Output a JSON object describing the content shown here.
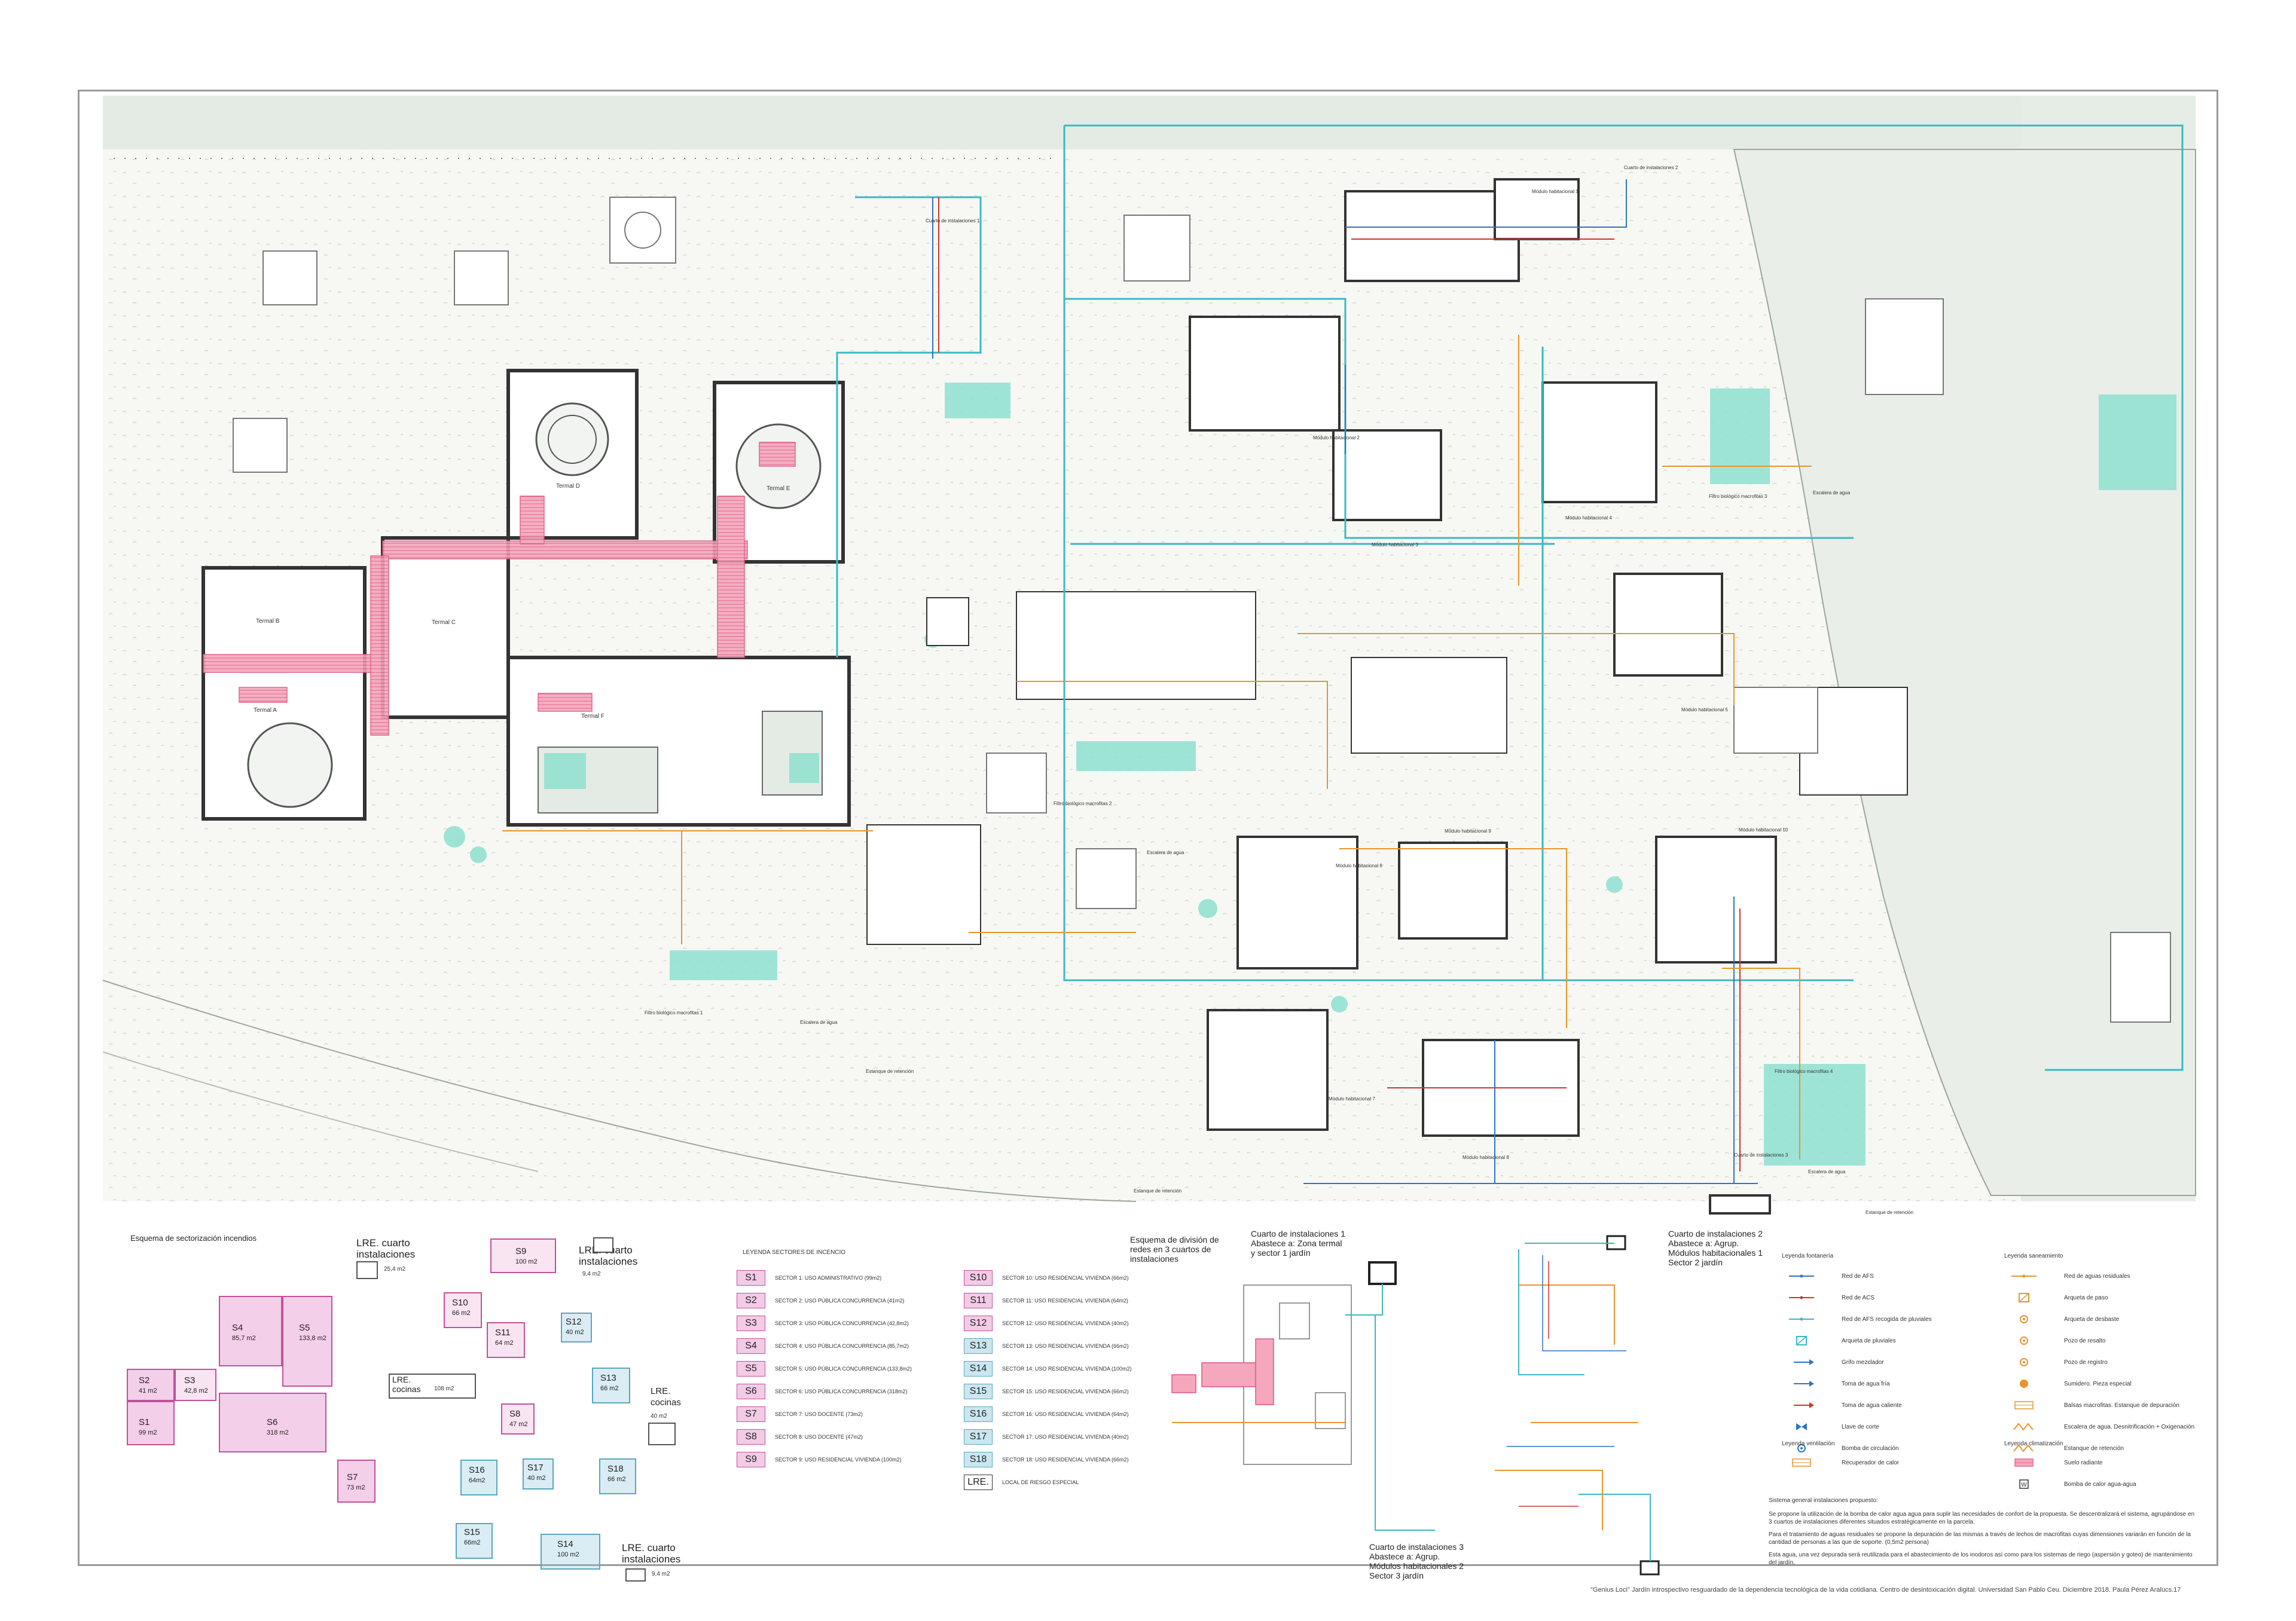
{
  "plan": {
    "labels": {
      "termal_a": "Termal A",
      "termal_b": "Termal B",
      "termal_c": "Termal C",
      "termal_d": "Termal D",
      "termal_e": "Termal E",
      "termal_f": "Termal F",
      "cuarto1": "Cuarto de instalaciones 1",
      "cuarto2": "Cuarto de instalaciones 2",
      "cuarto3": "Cuarto de instalaciones 3",
      "mod1": "Módulo habitacional 1",
      "mod2": "Módulo habitacional 2",
      "mod3": "Módulo habitacional 3",
      "mod4": "Módulo habitacional 4",
      "mod5": "Módulo habitacional 5",
      "mod6": "Módulo habitacional 6",
      "mod7": "Módulo habitacional 7",
      "mod8": "Módulo habitacional 8",
      "mod9": "Módulo habitacional 9",
      "mod10": "Módulo habitacional 10",
      "filtro1": "Filtro biológico macrofitas 1",
      "filtro2": "Filtro biológico macrofitas 2",
      "filtro3": "Filtro biológico macrofitas 3",
      "filtro4": "Filtro biológico macrofitas 4",
      "escalera_a": "Escalera de agua",
      "escalera_b": "Escalera de agua",
      "escalera_c": "Escalera de agua",
      "escalera_d": "Escalera de agua",
      "estanque_a": "Estanque de retención",
      "estanque_b": "Estanque de retención",
      "estanque_c": "Estanque de retención"
    }
  },
  "sectorizacion": {
    "title": "Esquema de sectorización incendios",
    "lre_ci1": "LRE. cuarto instalaciones",
    "lre_ci1_area": "25,4 m2",
    "lre_ci2": "LRE. cuarto instalaciones",
    "lre_ci2_area": "9,4 m2",
    "lre_cocinas_left": "LRE. cocinas",
    "lre_cocinas_left_area": "108 m2",
    "lre_cocinas_right": "LRE. cocinas",
    "lre_cocinas_right_area": "40 m2",
    "lre_ci3": "LRE. cuarto instalaciones",
    "lre_ci3_area": "9,4 m2",
    "zones": {
      "s1": {
        "code": "S1",
        "area": "99 m2"
      },
      "s2": {
        "code": "S2",
        "area": "41 m2"
      },
      "s3": {
        "code": "S3",
        "area": "42,8 m2"
      },
      "s4": {
        "code": "S4",
        "area": "85,7 m2"
      },
      "s5": {
        "code": "S5",
        "area": "133,8 m2"
      },
      "s6": {
        "code": "S6",
        "area": "318 m2"
      },
      "s7": {
        "code": "S7",
        "area": "73 m2"
      },
      "s8": {
        "code": "S8",
        "area": "47 m2"
      },
      "s9": {
        "code": "S9",
        "area": "100 m2"
      },
      "s10": {
        "code": "S10",
        "area": "66 m2"
      },
      "s11": {
        "code": "S11",
        "area": "64 m2"
      },
      "s12": {
        "code": "S12",
        "area": "40 m2"
      },
      "s13": {
        "code": "S13",
        "area": "66 m2"
      },
      "s14": {
        "code": "S14",
        "area": "100 m2"
      },
      "s15": {
        "code": "S15",
        "area": "66m2"
      },
      "s16": {
        "code": "S16",
        "area": "64m2"
      },
      "s17": {
        "code": "S17",
        "area": "40 m2"
      },
      "s18": {
        "code": "S18",
        "area": "66 m2"
      }
    }
  },
  "leyenda_sectores": {
    "title": "LEYENDA SECTORES DE INCENCIO",
    "left": [
      {
        "code": "S1",
        "text": "SECTOR 1: USO ADMINISTRATIVO (99m2)"
      },
      {
        "code": "S2",
        "text": "SECTOR 2: USO PÚBLICA CONCURRENCIA (41m2)"
      },
      {
        "code": "S3",
        "text": "SECTOR 3: USO PÚBLICA CONCURRENCIA (42,8m2)"
      },
      {
        "code": "S4",
        "text": "SECTOR 4: USO PÚBLICA CONCURRENCIA (85,7m2)"
      },
      {
        "code": "S5",
        "text": "SECTOR 5: USO PÚBLICA CONCURRENCIA (133,8m2)"
      },
      {
        "code": "S6",
        "text": "SECTOR 6: USO PÚBLICA CONCURRENCIA (318m2)"
      },
      {
        "code": "S7",
        "text": "SECTOR 7: USO DOCENTE (73m2)"
      },
      {
        "code": "S8",
        "text": "SECTOR 8: USO DOCENTE (47m2)"
      },
      {
        "code": "S9",
        "text": "SECTOR 9: USO RESIDENCIAL VIVIENDA (100m2)"
      }
    ],
    "right": [
      {
        "code": "S10",
        "text": "SECTOR 10: USO RESIDENCIAL VIVIENDA (66m2)"
      },
      {
        "code": "S11",
        "text": "SECTOR 11: USO RESIDENCIAL VIVIENDA (64m2)"
      },
      {
        "code": "S12",
        "text": "SECTOR 12: USO RESIDENCIAL VIVIENDA (40m2)"
      },
      {
        "code": "S13",
        "text": "SECTOR 13: USO RESIDENCIAL VIVIENDA (66m2)"
      },
      {
        "code": "S14",
        "text": "SECTOR 14: USO RESIDENCIAL VIVIENDA (100m2)"
      },
      {
        "code": "S15",
        "text": "SECTOR 15: USO RESIDENCIAL VIVIENDA (66m2)"
      },
      {
        "code": "S16",
        "text": "SECTOR 16: USO RESIDENCIAL VIVIENDA (64m2)"
      },
      {
        "code": "S17",
        "text": "SECTOR 17: USO RESIDENCIAL VIVIENDA (40m2)"
      },
      {
        "code": "S18",
        "text": "SECTOR 18: USO RESIDENCIAL VIVIENDA (66m2)"
      },
      {
        "code": "LRE.",
        "text": "LOCAL DE RIESGO ESPECIAL"
      }
    ]
  },
  "division": {
    "title": "Esquema de división de redes en 3 cuartos de instalaciones",
    "c1": "Cuarto de instalaciones 1 Abastece a: Zona termal y sector 1 jardín",
    "c2": "Cuarto de instalaciones 2 Abastece a: Agrup. Módulos habitacionales 1 Sector 2 jardín",
    "c3": "Cuarto de instalaciones 3 Abastece a: Agrup. Módulos habitacionales 2 Sector 3 jardín"
  },
  "legends": {
    "fontaneria": {
      "title": "Leyenda fontanería",
      "items": [
        "Red de AFS",
        "Red de ACS",
        "Red de AFS recogida de pluviales",
        "Arqueta de pluviales",
        "Grifo mezclador",
        "Toma de agua fría",
        "Toma de agua caliente",
        "Llave de corte",
        "Bomba de circulación"
      ]
    },
    "ventilacion": {
      "title": "Leyenda ventilación",
      "items": [
        "Recuperador de calor"
      ]
    },
    "saneamiento": {
      "title": "Leyenda saneamiento",
      "items": [
        "Red de aguas residuales",
        "Arqueta de paso",
        "Arqueta de desbaste",
        "Pozo de resalto",
        "Pozo de registro",
        "Sumidero. Pieza especial",
        "Balsas macrofitas. Estanque de depuración",
        "Escalera de agua. Desnitrificación + Oxigenación",
        "Estanque de retención"
      ]
    },
    "climatizacion": {
      "title": "Leyenda climatización",
      "items": [
        "Suelo radiante",
        "Bomba de calor agua-agua"
      ],
      "bomba_symbol": "W"
    }
  },
  "notes": {
    "title": "Sistema general instalaciones propuesto:",
    "p1": "Se propone la utilización de la bomba de calor agua agua para suplir las necesidades de confort de la propuesta. Se descentralizará el sistema, agrupándose en 3 cuartos de instalaciones diferentes situados estratégicamente en la parcela.",
    "p2": "Para el tratamiento de aguas residuales se propone la depuración de las mismas a través de lechos de macrofitas cuyas dimensiones variarán en función de la cantidad de personas a las que de soporte. (0,5m2 persona)",
    "p3": "Esta agua, una vez depurada será reutilizada para el abastecimiento de los inodoros así como para los sistemas de riego (aspersión y goteo) de mantenimiento del jardín."
  },
  "footer": "\"Genius Loci\" Jardín introspectivo resguardado de la dependencia tecnológica de la vida cotidiana. Centro de desintoxicación digital. Universidad San Pablo Ceu. Diciembre 2018. Paula Pérez Aralucs.17",
  "colors": {
    "afs": "#2f74c0",
    "acs": "#d0342c",
    "pluviales": "#3ab8c4",
    "residuales": "#e8942b",
    "suelo_radiante": "#e8688e",
    "sector_pink": "#e282c4",
    "sector_blue": "#8cc8de",
    "vegetation": "#7fd9c9",
    "walls": "#3a3a3a"
  }
}
